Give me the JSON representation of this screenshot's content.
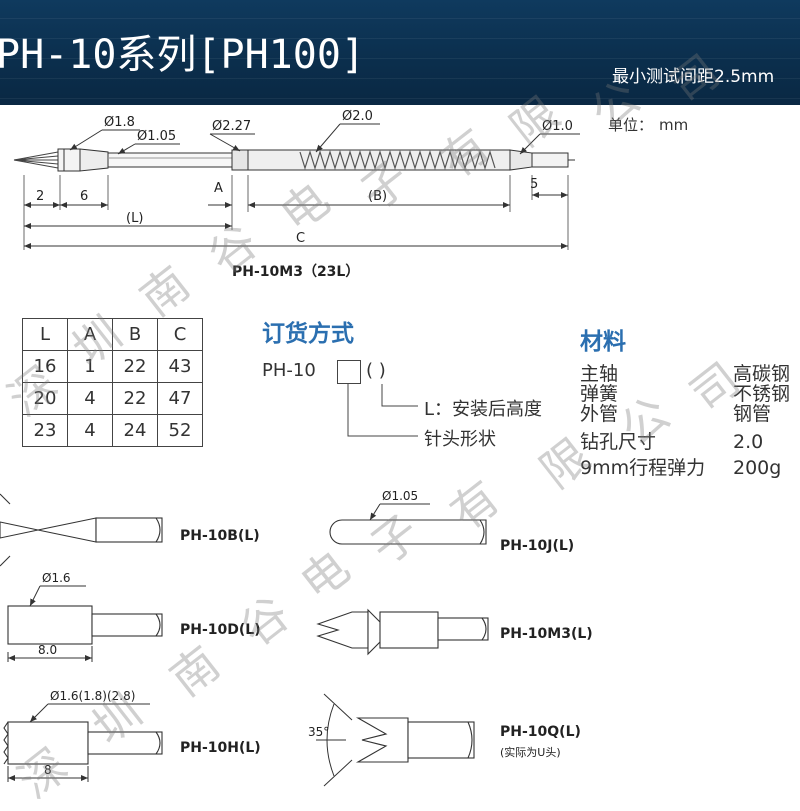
{
  "header": {
    "title": "PH-10系列[PH100]",
    "subtitle": "最小测试间距2.5mm",
    "bg_color": "#0b2e4c"
  },
  "unit": {
    "label": "单位：",
    "value": "mm"
  },
  "main_drawing": {
    "callouts": [
      "Ø1.8",
      "Ø1.05",
      "Ø2.27",
      "Ø2.0",
      "Ø1.0"
    ],
    "dims": {
      "d2": "2",
      "d6": "6",
      "A": "A",
      "L": "(L)",
      "B": "(B)",
      "d5": "5",
      "C": "C"
    },
    "caption": "PH-10M3（23L）"
  },
  "spec_table": {
    "headers": [
      "L",
      "A",
      "B",
      "C"
    ],
    "rows": [
      [
        "16",
        "1",
        "22",
        "43"
      ],
      [
        "20",
        "4",
        "22",
        "47"
      ],
      [
        "23",
        "4",
        "24",
        "52"
      ]
    ]
  },
  "ordering": {
    "title": "订货方式",
    "code_prefix": "PH-10",
    "paren": "(    )",
    "l_note": "L：安装后高度",
    "tip_note": "针头形状"
  },
  "materials": {
    "title": "材料",
    "rows": [
      {
        "name": "主轴",
        "value": "高碳钢"
      },
      {
        "name": "弹簧",
        "value": "不锈钢"
      },
      {
        "name": "外管",
        "value": "钢管"
      },
      {
        "name": "钻孔尺寸",
        "value": "2.0"
      },
      {
        "name": "9mm行程弹力",
        "value": "200g"
      }
    ]
  },
  "tips": {
    "b": {
      "label": "PH-10B(L)"
    },
    "j": {
      "label": "PH-10J(L)",
      "callout": "Ø1.05"
    },
    "d": {
      "label": "PH-10D(L)",
      "callout": "Ø1.6",
      "dim": "8.0"
    },
    "m3": {
      "label": "PH-10M3(L)"
    },
    "h": {
      "label": "PH-10H(L)",
      "callout": "Ø1.6(1.8)(2.8)",
      "dim": "8"
    },
    "q": {
      "label": "PH-10Q(L)",
      "note": "(实际为U头)",
      "angle": "35°"
    }
  },
  "watermark": [
    "深",
    "圳",
    "南",
    "谷",
    "电",
    "子",
    "有",
    "限",
    "公",
    "司"
  ]
}
